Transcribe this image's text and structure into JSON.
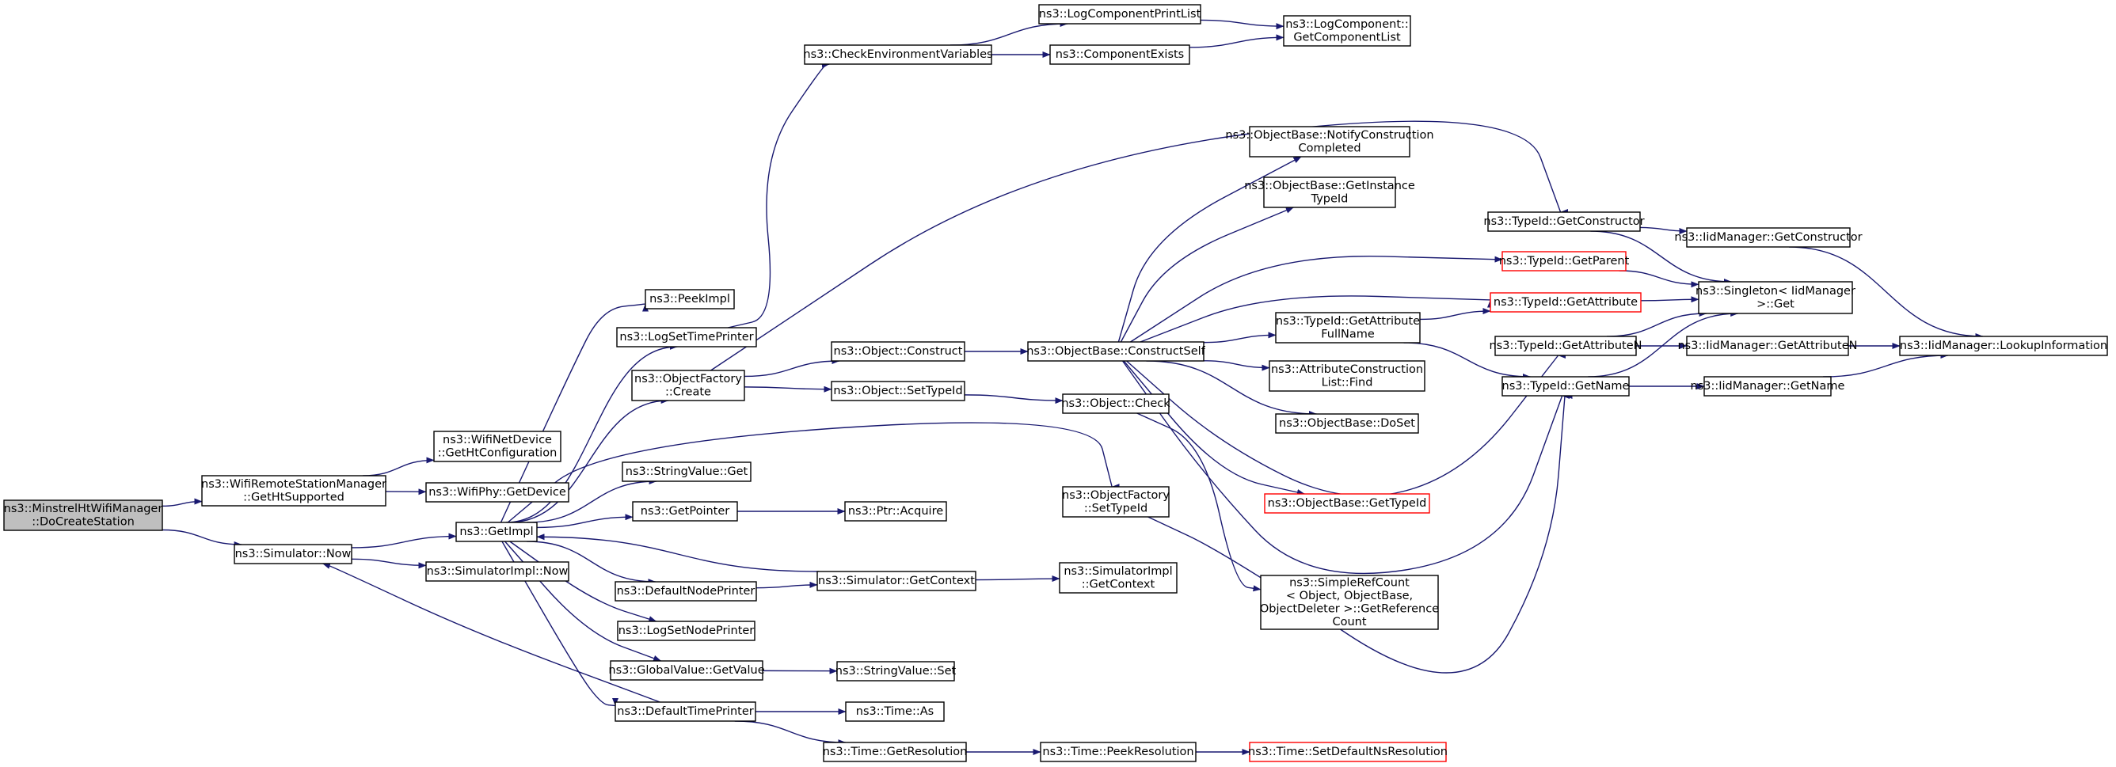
{
  "nodes": [
    {
      "id": "n0",
      "lines": [
        "ns3::MinstrelHtWifiManager",
        "::DoCreateStation"
      ],
      "style": "root"
    },
    {
      "id": "n1",
      "lines": [
        "ns3::WifiRemoteStationManager",
        "::GetHtSupported"
      ]
    },
    {
      "id": "n2",
      "lines": [
        "ns3::Simulator::Now"
      ]
    },
    {
      "id": "n3",
      "lines": [
        "ns3::WifiNetDevice",
        "::GetHtConfiguration"
      ]
    },
    {
      "id": "n4",
      "lines": [
        "ns3::WifiPhy::GetDevice"
      ]
    },
    {
      "id": "n5",
      "lines": [
        "ns3::GetImpl"
      ]
    },
    {
      "id": "n6",
      "lines": [
        "ns3::SimulatorImpl::Now"
      ]
    },
    {
      "id": "n7",
      "lines": [
        "ns3::PeekImpl"
      ]
    },
    {
      "id": "n8",
      "lines": [
        "ns3::LogSetTimePrinter"
      ]
    },
    {
      "id": "n9",
      "lines": [
        "ns3::ObjectFactory",
        "::Create"
      ]
    },
    {
      "id": "n10",
      "lines": [
        "ns3::StringValue::Get"
      ]
    },
    {
      "id": "n11",
      "lines": [
        "ns3::GetPointer"
      ]
    },
    {
      "id": "n12",
      "lines": [
        "ns3::DefaultNodePrinter"
      ]
    },
    {
      "id": "n13",
      "lines": [
        "ns3::LogSetNodePrinter"
      ]
    },
    {
      "id": "n14",
      "lines": [
        "ns3::GlobalValue::GetValue"
      ]
    },
    {
      "id": "n15",
      "lines": [
        "ns3::DefaultTimePrinter"
      ]
    },
    {
      "id": "n16",
      "lines": [
        "ns3::CheckEnvironmentVariables"
      ]
    },
    {
      "id": "n17",
      "lines": [
        "ns3::Object::Construct"
      ]
    },
    {
      "id": "n18",
      "lines": [
        "ns3::Object::SetTypeId"
      ]
    },
    {
      "id": "n19",
      "lines": [
        "ns3::Ptr::Acquire"
      ]
    },
    {
      "id": "n20",
      "lines": [
        "ns3::Simulator::GetContext"
      ]
    },
    {
      "id": "n21",
      "lines": [
        "ns3::StringValue::Set"
      ]
    },
    {
      "id": "n22",
      "lines": [
        "ns3::Time::As"
      ]
    },
    {
      "id": "n23",
      "lines": [
        "ns3::Time::GetResolution"
      ]
    },
    {
      "id": "n24",
      "lines": [
        "ns3::LogComponentPrintList"
      ]
    },
    {
      "id": "n25",
      "lines": [
        "ns3::ComponentExists"
      ]
    },
    {
      "id": "n26",
      "lines": [
        "ns3::ObjectBase::ConstructSelf"
      ]
    },
    {
      "id": "n27",
      "lines": [
        "ns3::Object::Check"
      ]
    },
    {
      "id": "n28",
      "lines": [
        "ns3::ObjectFactory",
        "::SetTypeId"
      ]
    },
    {
      "id": "n29",
      "lines": [
        "ns3::SimulatorImpl",
        "::GetContext"
      ]
    },
    {
      "id": "n30",
      "lines": [
        "ns3::Time::PeekResolution"
      ]
    },
    {
      "id": "n31",
      "lines": [
        "ns3::LogComponent::",
        "GetComponentList"
      ]
    },
    {
      "id": "n32",
      "lines": [
        "ns3::ObjectBase::NotifyConstruction",
        "Completed"
      ]
    },
    {
      "id": "n33",
      "lines": [
        "ns3::ObjectBase::GetInstance",
        "TypeId"
      ]
    },
    {
      "id": "n34",
      "lines": [
        "ns3::TypeId::GetAttribute",
        "FullName"
      ]
    },
    {
      "id": "n35",
      "lines": [
        "ns3::AttributeConstruction",
        "List::Find"
      ]
    },
    {
      "id": "n36",
      "lines": [
        "ns3::ObjectBase::DoSet"
      ]
    },
    {
      "id": "n37",
      "lines": [
        "ns3::ObjectBase::GetTypeId"
      ],
      "style": "trunc"
    },
    {
      "id": "n38",
      "lines": [
        "ns3::SimpleRefCount",
        "< Object, ObjectBase,",
        "ObjectDeleter >::GetReference",
        "Count"
      ]
    },
    {
      "id": "n39",
      "lines": [
        "ns3::Time::SetDefaultNsResolution"
      ],
      "style": "trunc"
    },
    {
      "id": "n40",
      "lines": [
        "ns3::TypeId::GetConstructor"
      ]
    },
    {
      "id": "n41",
      "lines": [
        "ns3::TypeId::GetParent"
      ],
      "style": "trunc"
    },
    {
      "id": "n42",
      "lines": [
        "ns3::TypeId::GetAttribute"
      ],
      "style": "trunc"
    },
    {
      "id": "n43",
      "lines": [
        "ns3::TypeId::GetAttributeN"
      ]
    },
    {
      "id": "n44",
      "lines": [
        "ns3::TypeId::GetName"
      ]
    },
    {
      "id": "n45",
      "lines": [
        "ns3::IidManager::GetConstructor"
      ]
    },
    {
      "id": "n46",
      "lines": [
        "ns3::Singleton< IidManager",
        " >::Get"
      ]
    },
    {
      "id": "n47",
      "lines": [
        "ns3::IidManager::GetAttributeN"
      ]
    },
    {
      "id": "n48",
      "lines": [
        "ns3::IidManager::GetName"
      ]
    },
    {
      "id": "n49",
      "lines": [
        "ns3::IidManager::LookupInformation"
      ]
    }
  ],
  "edges": [
    [
      "n0",
      "n1"
    ],
    [
      "n0",
      "n2"
    ],
    [
      "n1",
      "n3"
    ],
    [
      "n1",
      "n4"
    ],
    [
      "n2",
      "n5"
    ],
    [
      "n2",
      "n6"
    ],
    [
      "n5",
      "n7"
    ],
    [
      "n5",
      "n8"
    ],
    [
      "n5",
      "n9"
    ],
    [
      "n5",
      "n10"
    ],
    [
      "n5",
      "n11"
    ],
    [
      "n5",
      "n12"
    ],
    [
      "n5",
      "n13"
    ],
    [
      "n5",
      "n14"
    ],
    [
      "n5",
      "n15"
    ],
    [
      "n5",
      "n28"
    ],
    [
      "n8",
      "n16"
    ],
    [
      "n16",
      "n24"
    ],
    [
      "n16",
      "n25"
    ],
    [
      "n24",
      "n31"
    ],
    [
      "n25",
      "n31"
    ],
    [
      "n9",
      "n17"
    ],
    [
      "n9",
      "n18"
    ],
    [
      "n9",
      "n40"
    ],
    [
      "n17",
      "n26"
    ],
    [
      "n18",
      "n27"
    ],
    [
      "n11",
      "n19"
    ],
    [
      "n12",
      "n20"
    ],
    [
      "n20",
      "n5"
    ],
    [
      "n20",
      "n29"
    ],
    [
      "n14",
      "n21"
    ],
    [
      "n15",
      "n2"
    ],
    [
      "n15",
      "n22"
    ],
    [
      "n15",
      "n23"
    ],
    [
      "n23",
      "n30"
    ],
    [
      "n30",
      "n39"
    ],
    [
      "n26",
      "n32"
    ],
    [
      "n26",
      "n33"
    ],
    [
      "n26",
      "n41"
    ],
    [
      "n26",
      "n42"
    ],
    [
      "n26",
      "n34"
    ],
    [
      "n26",
      "n35"
    ],
    [
      "n26",
      "n36"
    ],
    [
      "n26",
      "n37"
    ],
    [
      "n26",
      "n43"
    ],
    [
      "n26",
      "n44"
    ],
    [
      "n27",
      "n38"
    ],
    [
      "n28",
      "n44"
    ],
    [
      "n34",
      "n42"
    ],
    [
      "n34",
      "n44"
    ],
    [
      "n40",
      "n45"
    ],
    [
      "n40",
      "n46"
    ],
    [
      "n41",
      "n46"
    ],
    [
      "n42",
      "n46"
    ],
    [
      "n43",
      "n46"
    ],
    [
      "n43",
      "n47"
    ],
    [
      "n44",
      "n46"
    ],
    [
      "n44",
      "n48"
    ],
    [
      "n45",
      "n49"
    ],
    [
      "n47",
      "n49"
    ],
    [
      "n48",
      "n49"
    ]
  ]
}
